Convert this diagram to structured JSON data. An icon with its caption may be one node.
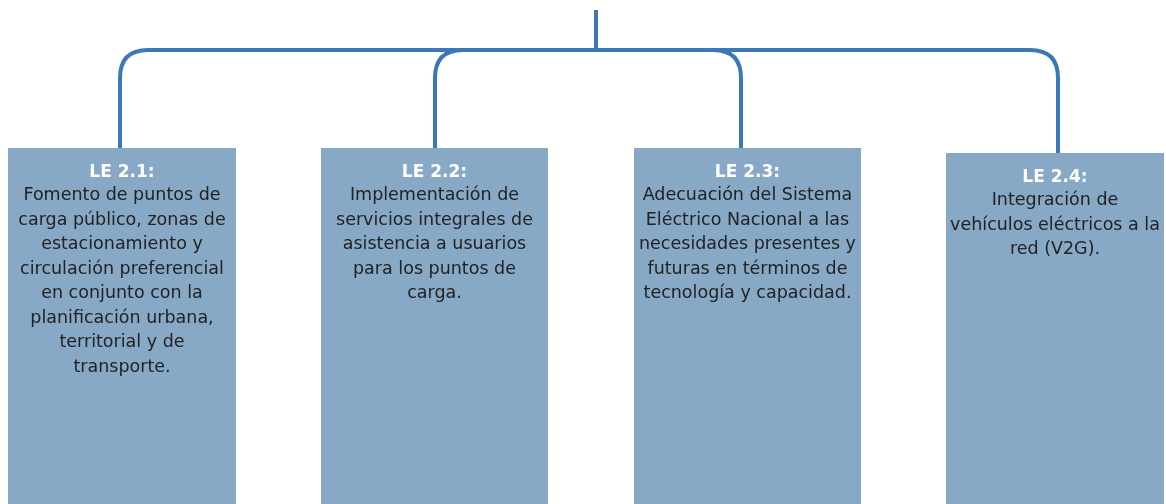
{
  "diagram": {
    "nodes": [
      {
        "text": [
          "LE 2.1:",
          "Fomento de puntos de carga público, zonas de estacionamiento y circulación preferencial en conjunto con la planificación urbana, territorial y de transporte."
        ]
      },
      {
        "text": [
          "LE 2.2:",
          "Implementación de servicios integrales de asistencia a usuarios para los puntos de carga."
        ]
      },
      {
        "text": [
          "LE 2.3:",
          "Adecuación del Sistema Eléctrico Nacional a las necesidades presentes y futuras en términos de tecnología y capacidad."
        ]
      },
      {
        "text": [
          "LE 2.4:",
          "Integración de vehículos eléctricos a la red (V2G)."
        ]
      }
    ],
    "edges": [
      {
        "from": null,
        "to": 0,
        "arrow": "none"
      },
      {
        "from": null,
        "to": 1,
        "arrow": "none"
      },
      {
        "from": null,
        "to": 2,
        "arrow": "none"
      },
      {
        "from": null,
        "to": 3,
        "arrow": "none"
      }
    ]
  }
}
